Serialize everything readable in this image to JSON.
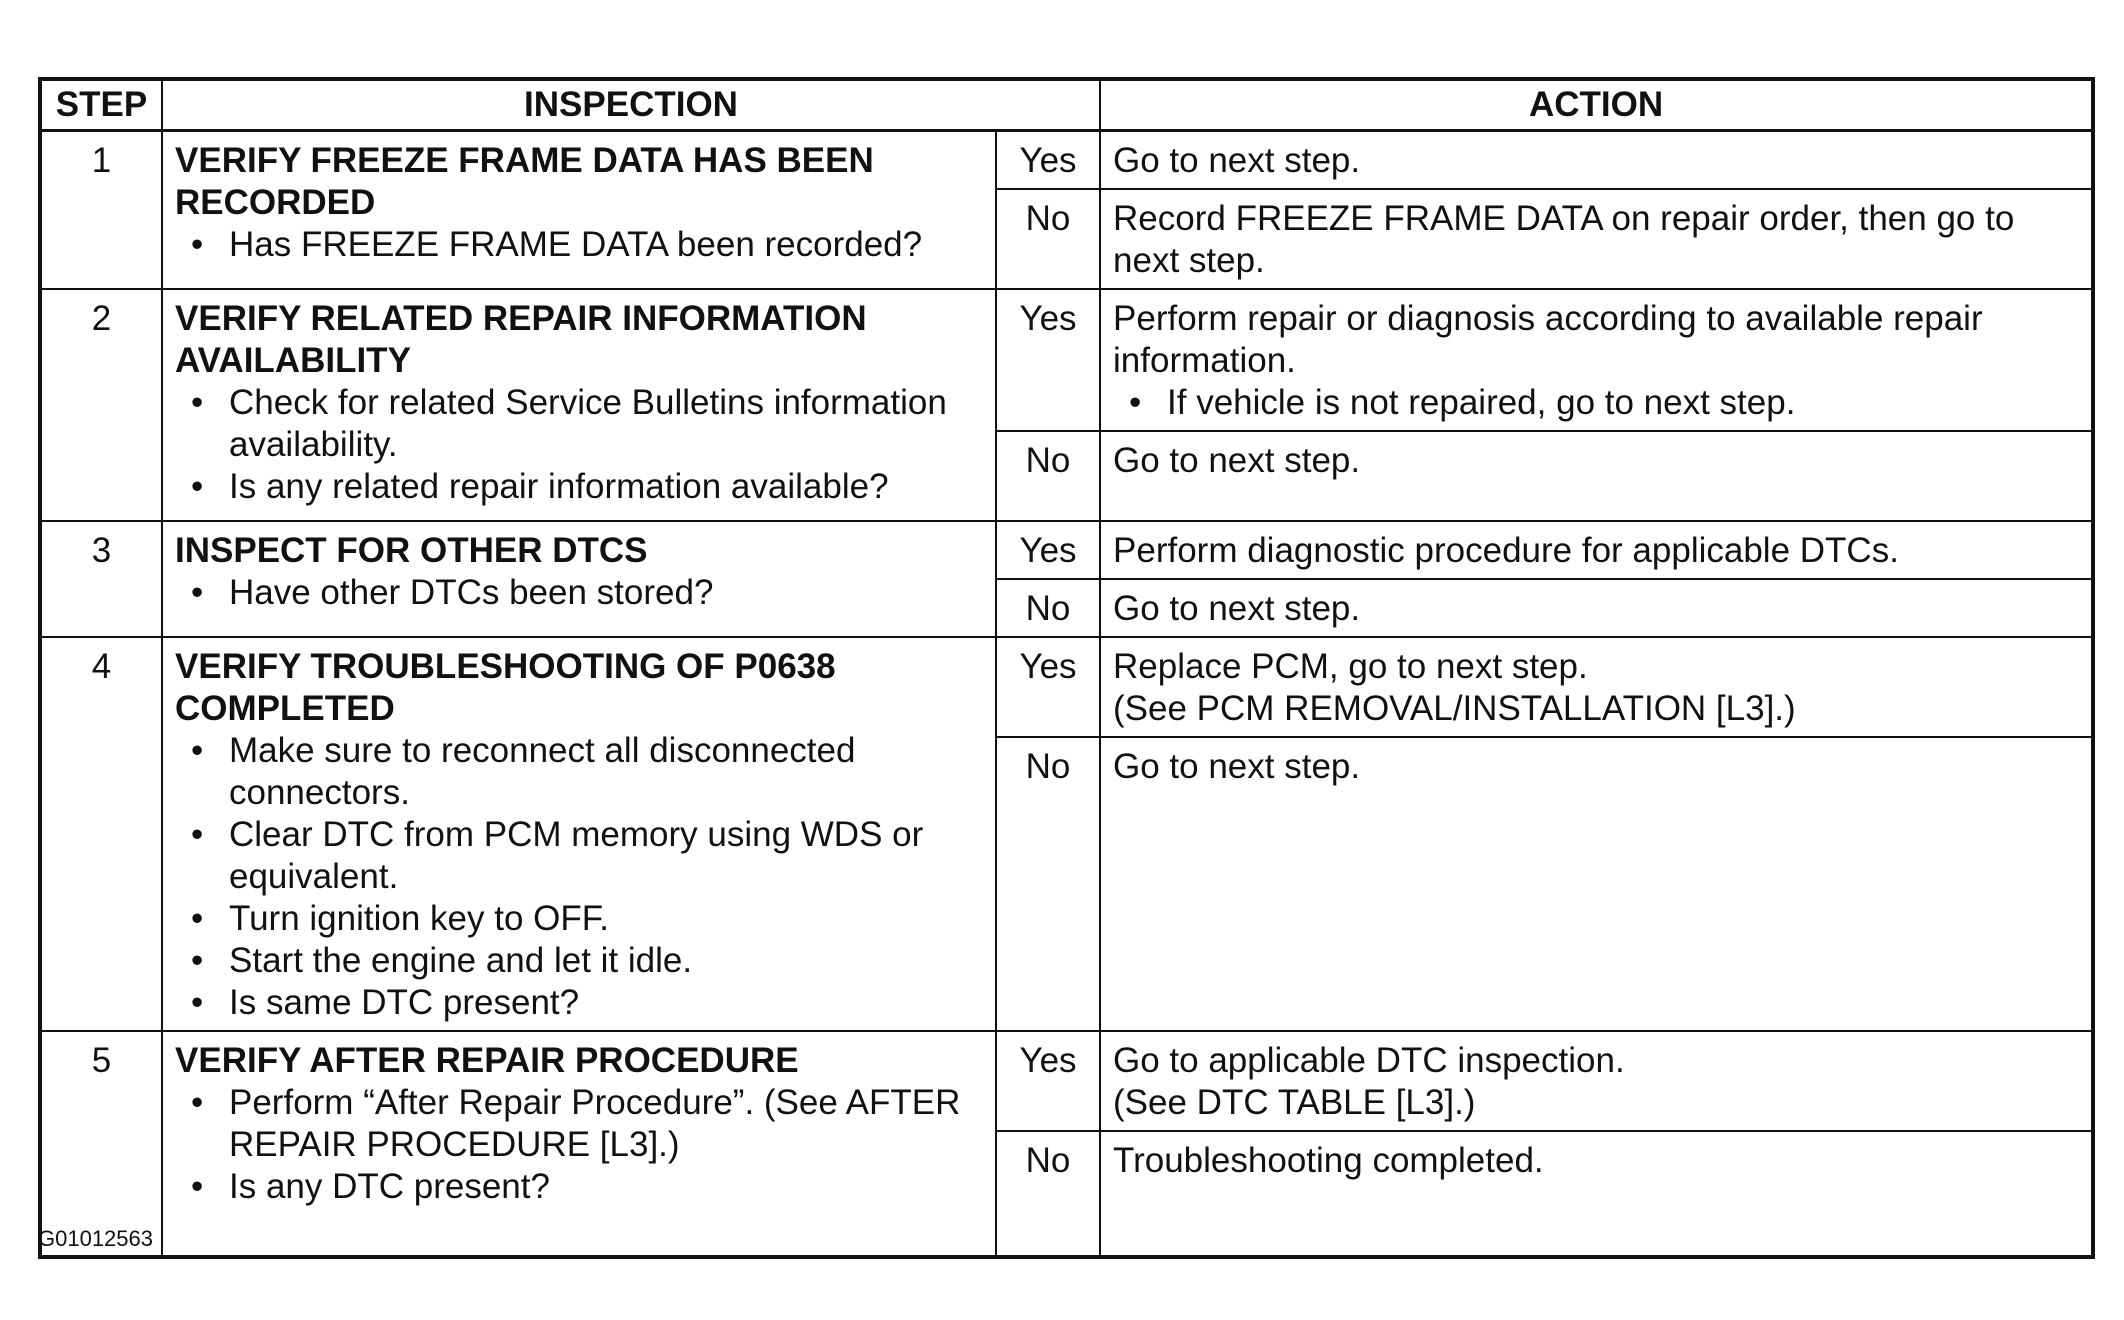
{
  "header": {
    "step": "STEP",
    "inspection": "INSPECTION",
    "action": "ACTION"
  },
  "steps": [
    {
      "number": "1",
      "title": "VERIFY FREEZE FRAME DATA HAS BEEN RECORDED",
      "bullets": [
        "Has FREEZE FRAME DATA been recorded?"
      ],
      "yes_label": "Yes",
      "yes_action": [
        "Go to next step."
      ],
      "yes_bullets": [],
      "no_label": "No",
      "no_action": [
        "Record FREEZE FRAME DATA on repair order, then go to next step."
      ]
    },
    {
      "number": "2",
      "title": "VERIFY RELATED REPAIR INFORMATION AVAILABILITY",
      "bullets": [
        "Check for related Service Bulletins information availability.",
        "Is any related repair information available?"
      ],
      "yes_label": "Yes",
      "yes_action": [
        "Perform repair or diagnosis according to available repair information."
      ],
      "yes_bullets": [
        "If vehicle is not repaired, go to next step."
      ],
      "no_label": "No",
      "no_action": [
        "Go to next step."
      ]
    },
    {
      "number": "3",
      "title": "INSPECT FOR OTHER DTCS",
      "bullets": [
        "Have other DTCs been stored?"
      ],
      "yes_label": "Yes",
      "yes_action": [
        "Perform diagnostic procedure for applicable DTCs."
      ],
      "yes_bullets": [],
      "no_label": "No",
      "no_action": [
        "Go to next step."
      ]
    },
    {
      "number": "4",
      "title": "VERIFY TROUBLESHOOTING OF P0638 COMPLETED",
      "bullets": [
        "Make sure to reconnect all disconnected connectors.",
        "Clear DTC from PCM memory using WDS or equivalent.",
        "Turn ignition key to OFF.",
        "Start the engine and let it idle.",
        "Is same DTC present?"
      ],
      "yes_label": "Yes",
      "yes_action": [
        "Replace PCM, go to next step.",
        "(See PCM REMOVAL/INSTALLATION [L3].)"
      ],
      "yes_bullets": [],
      "no_label": "No",
      "no_action": [
        "Go to next step."
      ]
    },
    {
      "number": "5",
      "title": "VERIFY AFTER REPAIR PROCEDURE",
      "bullets": [
        "Perform “After Repair Procedure”. (See AFTER REPAIR PROCEDURE [L3].)",
        "Is any DTC present?"
      ],
      "yes_label": "Yes",
      "yes_action": [
        "Go to applicable DTC inspection.",
        "(See DTC TABLE [L3].)"
      ],
      "yes_bullets": [],
      "no_label": "No",
      "no_action": [
        "Troubleshooting completed."
      ]
    }
  ],
  "figure_code": "G01012563"
}
